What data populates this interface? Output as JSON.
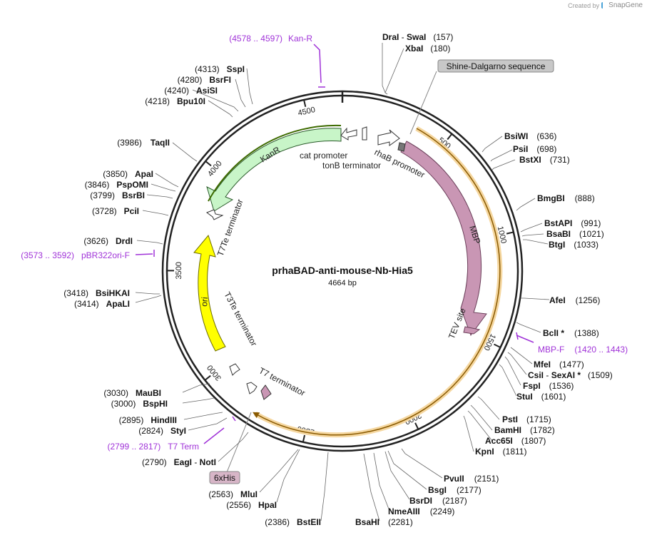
{
  "credit": {
    "prefix": "Created by",
    "brand": "SnapGene"
  },
  "plasmid": {
    "name": "prhaBAD-anti-mouse-Nb-Hia5",
    "length_label": "4664 bp",
    "length": 4664
  },
  "tick_labels": [
    "500",
    "1000",
    "1500",
    "2000",
    "2500",
    "3000",
    "3500",
    "4000",
    "4500"
  ],
  "ticks": [
    500,
    1000,
    1500,
    2000,
    2500,
    3000,
    3500,
    4000,
    4500
  ],
  "sites": [
    {
      "name": "DraI",
      "extra": "SwaI",
      "pos": "(157)"
    },
    {
      "name": "XbaI",
      "pos": "(180)"
    },
    {
      "name": "BsiWI",
      "pos": "(636)"
    },
    {
      "name": "PsiI",
      "pos": "(698)"
    },
    {
      "name": "BstXI",
      "pos": "(731)"
    },
    {
      "name": "BmgBI",
      "pos": "(888)"
    },
    {
      "name": "BstAPI",
      "pos": "(991)"
    },
    {
      "name": "BsaBI",
      "pos": "(1021)"
    },
    {
      "name": "BtgI",
      "pos": "(1033)"
    },
    {
      "name": "AfeI",
      "pos": "(1256)"
    },
    {
      "name": "BclI *",
      "pos": "(1388)"
    },
    {
      "name": "MfeI",
      "pos": "(1477)"
    },
    {
      "name": "CsiI",
      "extra": "SexAI *",
      "pos": "(1509)"
    },
    {
      "name": "FspI",
      "pos": "(1536)"
    },
    {
      "name": "StuI",
      "pos": "(1601)"
    },
    {
      "name": "PstI",
      "pos": "(1715)"
    },
    {
      "name": "BamHI",
      "pos": "(1782)"
    },
    {
      "name": "Acc65I",
      "pos": "(1807)"
    },
    {
      "name": "KpnI",
      "pos": "(1811)"
    },
    {
      "name": "PvuII",
      "pos": "(2151)"
    },
    {
      "name": "BsgI",
      "pos": "(2177)"
    },
    {
      "name": "BsrDI",
      "pos": "(2187)"
    },
    {
      "name": "NmeAIII",
      "pos": "(2249)"
    },
    {
      "name": "BsaHI",
      "pos": "(2281)"
    },
    {
      "name": "BstEII",
      "pos": "(2386)"
    },
    {
      "name": "HpaI",
      "pos": "(2556)"
    },
    {
      "name": "MluI",
      "pos": "(2563)"
    },
    {
      "name": "EagI",
      "extra": "NotI",
      "pos": "(2790)"
    },
    {
      "name": "StyI",
      "pos": "(2824)"
    },
    {
      "name": "HindIII",
      "pos": "(2895)"
    },
    {
      "name": "BspHI",
      "pos": "(3000)"
    },
    {
      "name": "MauBI",
      "pos": "(3030)"
    },
    {
      "name": "ApaLI",
      "pos": "(3414)"
    },
    {
      "name": "BsiHKAI",
      "pos": "(3418)"
    },
    {
      "name": "DrdI",
      "pos": "(3626)"
    },
    {
      "name": "PciI",
      "pos": "(3728)"
    },
    {
      "name": "BsrBI",
      "pos": "(3799)"
    },
    {
      "name": "PspOMI",
      "pos": "(3846)"
    },
    {
      "name": "ApaI",
      "pos": "(3850)"
    },
    {
      "name": "TaqII",
      "pos": "(3986)"
    },
    {
      "name": "Bpu10I",
      "pos": "(4218)"
    },
    {
      "name": "AsiSI",
      "pos": "(4240)"
    },
    {
      "name": "BsrFI",
      "pos": "(4280)"
    },
    {
      "name": "SspI",
      "pos": "(4313)"
    }
  ],
  "primers": [
    {
      "name": "Kan-R",
      "range": "(4578 .. 4597)"
    },
    {
      "name": "MBP-F",
      "range": "(1420 .. 1443)"
    },
    {
      "name": "T7 Term",
      "range": "(2799 .. 2817)"
    },
    {
      "name": "pBR322ori-F",
      "range": "(3573 .. 3592)"
    }
  ],
  "features": {
    "mbp": "MBP",
    "kanr": "KanR",
    "ori": "ori",
    "tev": "TEV site",
    "rhab": "rhaB promoter",
    "cat": "cat promoter",
    "tonb": "tonB terminator",
    "t7te": "T7Te terminator",
    "t3te": "T3Te terminator",
    "t7term": "T7 terminator"
  },
  "boxed_labels": {
    "shine": "Shine-Dalgarno sequence",
    "his": "6xHis"
  },
  "colors": {
    "mbp": "#c996b4",
    "kanr": "#c8f5c8",
    "ori": "#ffff00",
    "orf": "#e8a33c",
    "primer": "#a033d8",
    "backbone": "#222222"
  }
}
